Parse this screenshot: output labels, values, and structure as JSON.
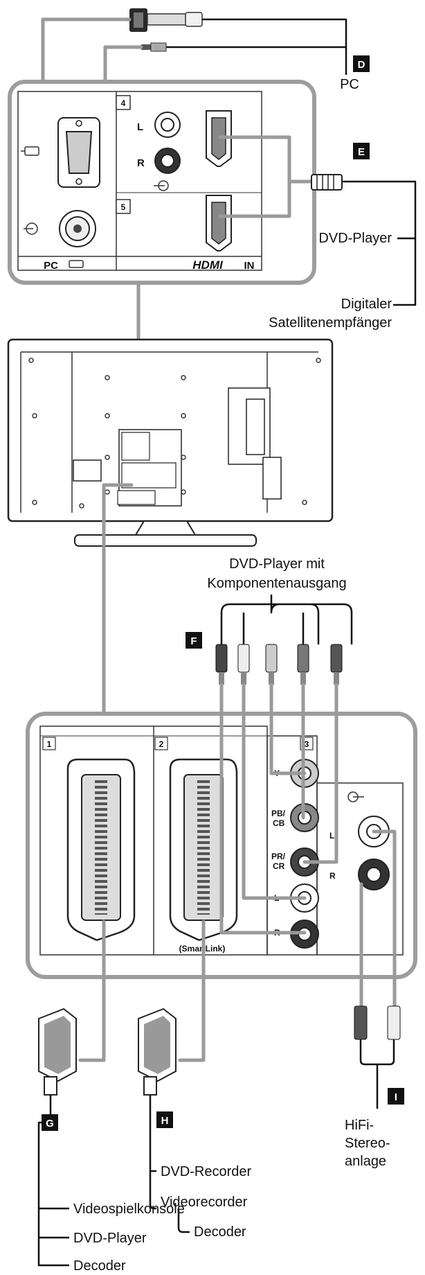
{
  "badges": {
    "d": "D",
    "e": "E",
    "f": "F",
    "g": "G",
    "h": "H",
    "i": "I"
  },
  "top_panel": {
    "slot_4": "4",
    "slot_5": "5",
    "pc_label": "PC",
    "hdmi_label": "HDMI",
    "hdmi_in": "IN",
    "left": "L",
    "right": "R"
  },
  "bottom_panel": {
    "slot_1": "1",
    "slot_2": "2",
    "slot_3": "3",
    "y": "Y",
    "pb": "PB/",
    "cb": "CB",
    "pr": "PR/",
    "cr": "CR",
    "left": "L",
    "right": "R",
    "smartlink": "(SmartLink)"
  },
  "labels": {
    "pc": "PC",
    "dvd_player_e": "DVD-Player",
    "sat_line1": "Digitaler",
    "sat_line2": "Satellitenempfänger",
    "comp_line1": "DVD-Player mit",
    "comp_line2": "Komponentenausgang",
    "dvd_recorder": "DVD-Recorder",
    "videorecorder": "Videorecorder",
    "decoder_h": "Decoder",
    "hifi_1": "HiFi-",
    "hifi_2": "Stereo-",
    "hifi_3": "anlage",
    "game_console": "Videospielkonsole",
    "dvd_player_g": "DVD-Player",
    "decoder_g": "Decoder"
  },
  "colors": {
    "cable_grey": "#9a9a9a",
    "badge_bg": "#111111",
    "panel_border": "#9d9d9d"
  }
}
